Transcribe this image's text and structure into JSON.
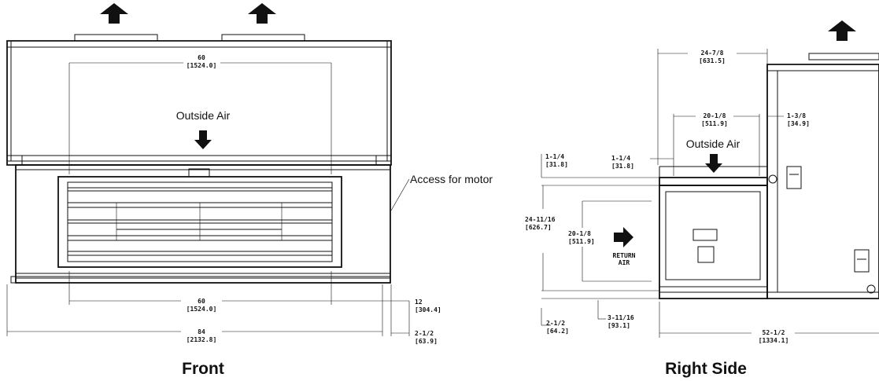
{
  "front": {
    "caption": "Front",
    "outside_air_label": "Outside Air",
    "access_label": "Access for motor",
    "dims": {
      "top_60": [
        "60",
        "[1524.0]"
      ],
      "bottom_60": [
        "60",
        "[1524.0]"
      ],
      "overall_84": [
        "84",
        "[2132.8]"
      ],
      "right_12": [
        "12",
        "[304.4]"
      ],
      "right_2_1_2": [
        "2-1/2",
        "[63.9]"
      ]
    }
  },
  "side": {
    "caption": "Right Side",
    "outside_air_label": "Outside Air",
    "return_air_label": [
      "RETURN",
      "AIR"
    ],
    "dims": {
      "top_24_7_8": [
        "24-7/8",
        "[631.5]"
      ],
      "mid_20_1_8": [
        "20-1/8",
        "[511.9]"
      ],
      "right_1_3_8": [
        "1-3/8",
        "[34.9]"
      ],
      "left_1_1_4": [
        "1-1/4",
        "[31.8]"
      ],
      "center_1_1_4": [
        "1-1/4",
        "[31.8]"
      ],
      "height_24_11_16": [
        "24-11/16",
        "[626.7]"
      ],
      "inner_20_1_8": [
        "20-1/8",
        "[511.9]"
      ],
      "bottom_2_1_2": [
        "2-1/2",
        "[64.2]"
      ],
      "bottom_3_11_16": [
        "3-11/16",
        "[93.1]"
      ],
      "bottom_52_1_2": [
        "52-1/2",
        "[1334.1]"
      ]
    }
  }
}
